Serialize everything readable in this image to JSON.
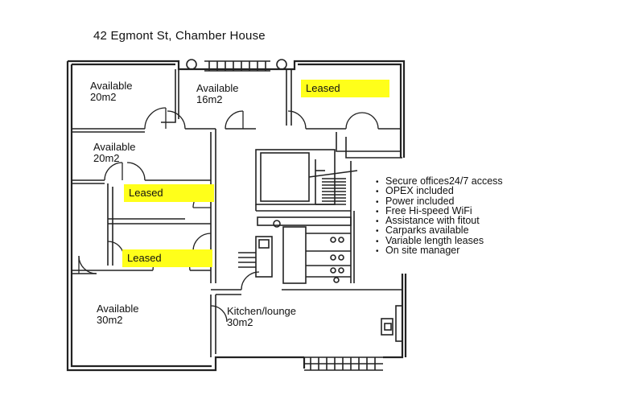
{
  "title": "42 Egmont St, Chamber House",
  "rooms": {
    "r1": {
      "status": "Available",
      "size": "20m2"
    },
    "r2": {
      "status": "Available",
      "size": "16m2"
    },
    "r3": {
      "status": "Leased"
    },
    "r4": {
      "status": "Available",
      "size": "20m2"
    },
    "r5": {
      "status": "Leased"
    },
    "r6": {
      "status": "Leased"
    },
    "r7": {
      "status": "Available",
      "size": "30m2"
    },
    "kitchen": {
      "name": "Kitchen/lounge",
      "size": "30m2"
    }
  },
  "features": [
    "Secure offices24/7 access",
    "OPEX included",
    "Power included",
    "Free Hi-speed WiFi",
    "Assistance with fitout",
    "Carparks available",
    "Variable length leases",
    "On site manager"
  ],
  "colors": {
    "leased": "#ffff1a",
    "wall": "#222222"
  }
}
